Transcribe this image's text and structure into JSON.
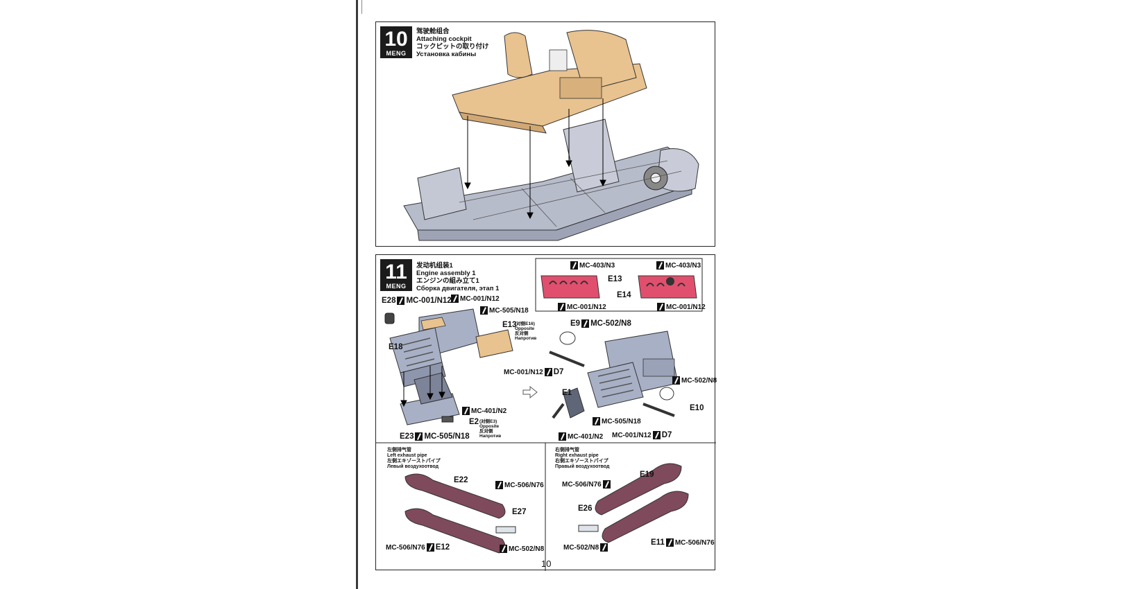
{
  "page_number": "10",
  "brand": "MENG",
  "step10": {
    "number": "10",
    "title_zh": "驾驶舱组合",
    "title_en": "Attaching cockpit",
    "title_ja": "コックピットの取り付け",
    "title_ru": "Установка кабины"
  },
  "step11": {
    "number": "11",
    "title_zh": "发动机组装1",
    "title_en": "Engine assembly 1",
    "title_ja": "エンジンの組み立て1",
    "title_ru": "Сборка двигателя, этап 1",
    "parts": {
      "e28": "E28",
      "e28_paint": "MC-001/N12",
      "top_paint1": "MC-001/N12",
      "top_paint2": "MC-505/N18",
      "e13": "E13",
      "e13_note": "(对侧E16)",
      "e13_opposite_en": "Opposite",
      "e13_opposite_zh": "反对侧",
      "e13_opposite_ru": "Напротив",
      "e18": "E18",
      "e2": "E2",
      "e2_note": "(对侧E3)",
      "e2_opposite_en": "Opposite",
      "e2_opposite_zh": "反对侧",
      "e2_opposite_ru": "Напротив",
      "e2_paint": "MC-401/N2",
      "e23": "E23",
      "e23_paint": "MC-505/N18",
      "inset_paint_top_left": "MC-403/N3",
      "inset_paint_top_right": "MC-403/N3",
      "inset_e13": "E13",
      "inset_e14": "E14",
      "inset_paint_bottom_left": "MC-001/N12",
      "inset_paint_bottom_right": "MC-001/N12",
      "e9": "E9",
      "e9_paint": "MC-502/N8",
      "d7_left_paint": "MC-001/N12",
      "d7_left": "D7",
      "e10_paint": "MC-502/N8",
      "e10": "E10",
      "e1": "E1",
      "e1_paint_a": "MC-505/N18",
      "e1_paint_b": "MC-401/N2",
      "d7_right_paint": "MC-001/N12",
      "d7_right": "D7"
    },
    "left_exhaust": {
      "title_zh": "左侧排气管",
      "title_en": "Left exhaust pipe",
      "title_ja": "左側エキゾーストパイプ",
      "title_ru": "Левый воздухоотвод",
      "e22": "E22",
      "paint_top": "MC-506/N76",
      "e27": "E27",
      "paint_bottom_left": "MC-506/N76",
      "e12": "E12",
      "paint_bottom_right": "MC-502/N8"
    },
    "right_exhaust": {
      "title_zh": "右侧排气管",
      "title_en": "Right exhaust pipe",
      "title_ja": "右側エキゾーストパイプ",
      "title_ru": "Правый воздухоотвод",
      "paint_top": "MC-506/N76",
      "e19": "E19",
      "e26": "E26",
      "e11": "E11",
      "paint_bottom_right": "MC-506/N76",
      "paint_bottom_left": "MC-502/N8"
    }
  },
  "colors": {
    "cockpit": "#e8c28f",
    "chassis": "#b7bccb",
    "engine": "#a8b0c6",
    "highlight": "#e0506e",
    "exhaust": "#7e4a5c"
  }
}
